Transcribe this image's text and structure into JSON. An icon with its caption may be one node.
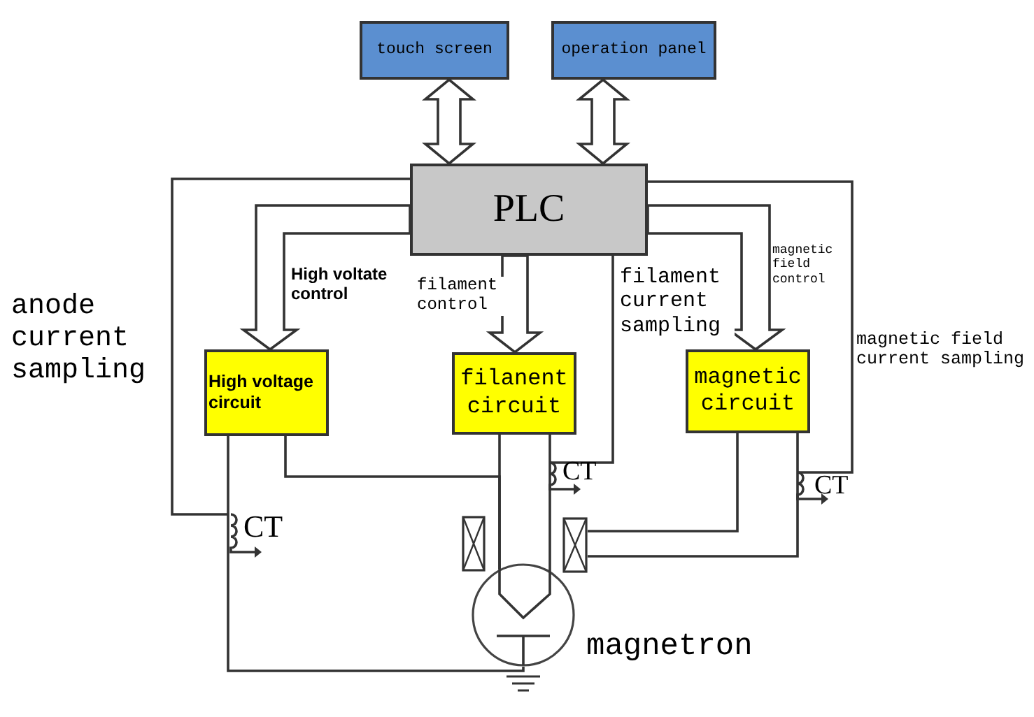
{
  "diagram": {
    "nodes": [
      {
        "text": [
          "touch screen"
        ]
      },
      {
        "text": [
          "operation panel"
        ]
      },
      {
        "text": [
          "PLC"
        ]
      },
      {
        "text": [
          "High voltage circuit"
        ]
      },
      {
        "text": [
          "filanent circuit"
        ]
      },
      {
        "text": [
          "magnetic circuit"
        ]
      },
      {
        "text": [],
        "shape": "circle",
        "beside": [
          "magnetron"
        ]
      },
      {
        "text": [
          "CT"
        ]
      },
      {
        "text": [
          "CT"
        ]
      },
      {
        "text": [
          "CT"
        ]
      },
      {
        "text": [],
        "shape": "box"
      }
    ],
    "edges": [
      {
        "from": 0,
        "to": 2,
        "arrow": "both"
      },
      {
        "from": 1,
        "to": 2,
        "arrow": "both"
      },
      {
        "from": 2,
        "to": 3,
        "arrow": "to",
        "label": "High voltate control"
      },
      {
        "from": 2,
        "to": 4,
        "arrow": "to",
        "label": "filament control"
      },
      {
        "from": 2,
        "to": 5,
        "arrow": "to",
        "label": "magnetic field control"
      },
      {
        "from": 7,
        "to": 2,
        "arrow": "none",
        "label": "anode current sampling"
      },
      {
        "from": 8,
        "to": 2,
        "arrow": "none",
        "label": "filament current sampling"
      },
      {
        "from": 9,
        "to": 2,
        "arrow": "none",
        "label": "magnetic field current sampling"
      },
      {
        "from": 3,
        "to": 6,
        "arrow": "none"
      },
      {
        "from": 3,
        "to": 6,
        "arrow": "none"
      },
      {
        "from": 4,
        "to": 6,
        "arrow": "none"
      },
      {
        "from": 4,
        "to": 6,
        "arrow": "none"
      },
      {
        "from": 5,
        "to": 10,
        "arrow": "none"
      },
      {
        "from": 5,
        "to": 10,
        "arrow": "none"
      }
    ]
  }
}
